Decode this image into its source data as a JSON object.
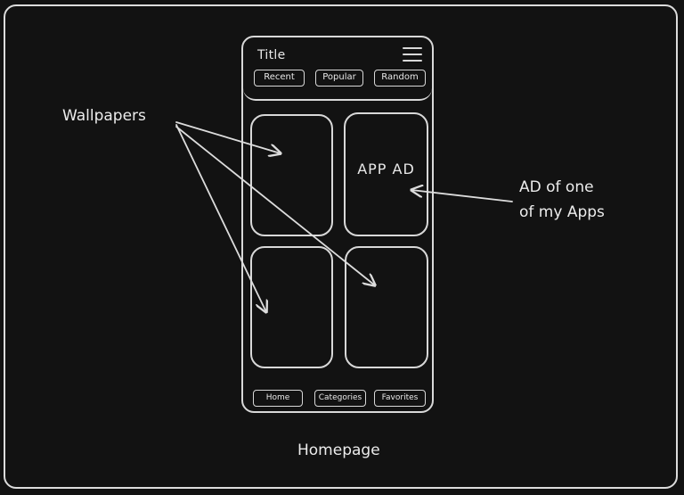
{
  "diagram": {
    "caption": "Homepage",
    "labels": {
      "wallpapers": "Wallpapers",
      "ad_line1": "AD of one",
      "ad_line2": "of my Apps"
    },
    "phone": {
      "title": "Title",
      "tabs": [
        "Recent",
        "Popular",
        "Random"
      ],
      "ad_tile_text": "APP AD",
      "bottom_nav": [
        "Home",
        "Categories",
        "Favorites"
      ]
    },
    "colors": {
      "background": "#121212",
      "stroke": "#d8d8d8"
    },
    "icons": [
      "hamburger-menu-icon"
    ]
  }
}
